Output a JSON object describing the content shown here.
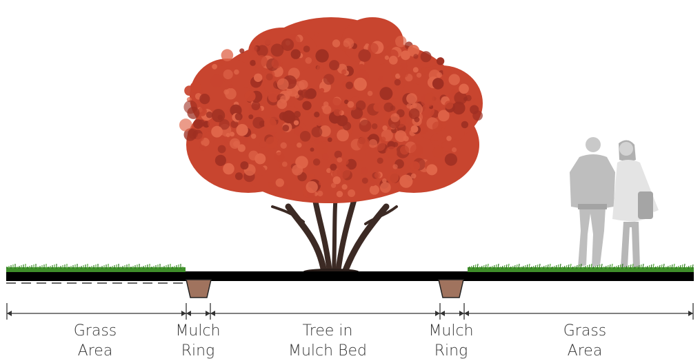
{
  "labels": {
    "grass_left": {
      "line1": "Grass",
      "line2": "Area"
    },
    "mulch_left": {
      "line1": "Mulch",
      "line2": "Ring"
    },
    "tree_bed": {
      "line1": "Tree in",
      "line2": "Mulch Bed"
    },
    "mulch_right": {
      "line1": "Mulch",
      "line2": "Ring"
    },
    "grass_right": {
      "line1": "Grass",
      "line2": "Area"
    }
  },
  "colors": {
    "canopy": "#c8452f",
    "canopy_dark": "#9e2f22",
    "canopy_light": "#e0664a",
    "trunk": "#3c2a24",
    "grass": "#3f8e2a",
    "ground": "#000000",
    "mulch": "#a0735e",
    "people": "#bdbdbd",
    "dimension_line": "#333333"
  },
  "icons": {
    "tree": "tree-icon",
    "people": "walking-couple-icon"
  }
}
